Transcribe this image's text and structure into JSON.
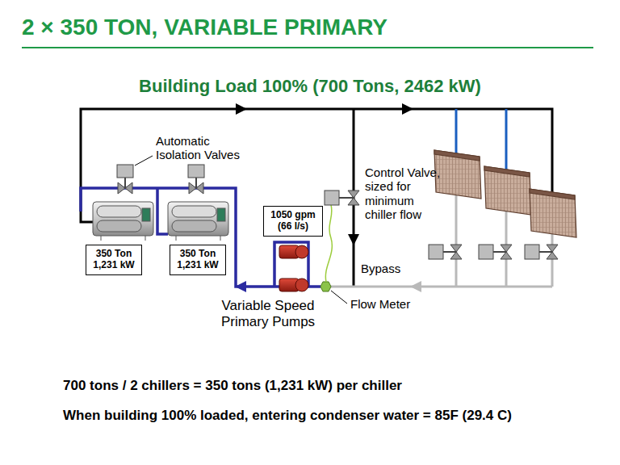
{
  "diagram": {
    "title": "2 × 350 TON, VARIABLE PRIMARY",
    "nodes": [
      {
        "text": [
          "350 Ton",
          "1,231 kW"
        ]
      },
      {
        "text": [
          "350 Ton",
          "1,231 kW"
        ]
      },
      {
        "text": [
          "1050 gpm",
          "(66 l/s)"
        ]
      }
    ],
    "labels": [
      "Building Load 100% (700 Tons, 2462 kW)",
      "Automatic Isolation Valves",
      "Control Valve, sized for minimum chiller flow",
      "Bypass",
      "Variable Speed Primary Pumps",
      "Flow Meter",
      "700 tons / 2 chillers = 350 tons (1,231 kW) per chiller",
      "When building 100% loaded, entering condenser water = 85F (29.4 C)"
    ]
  }
}
